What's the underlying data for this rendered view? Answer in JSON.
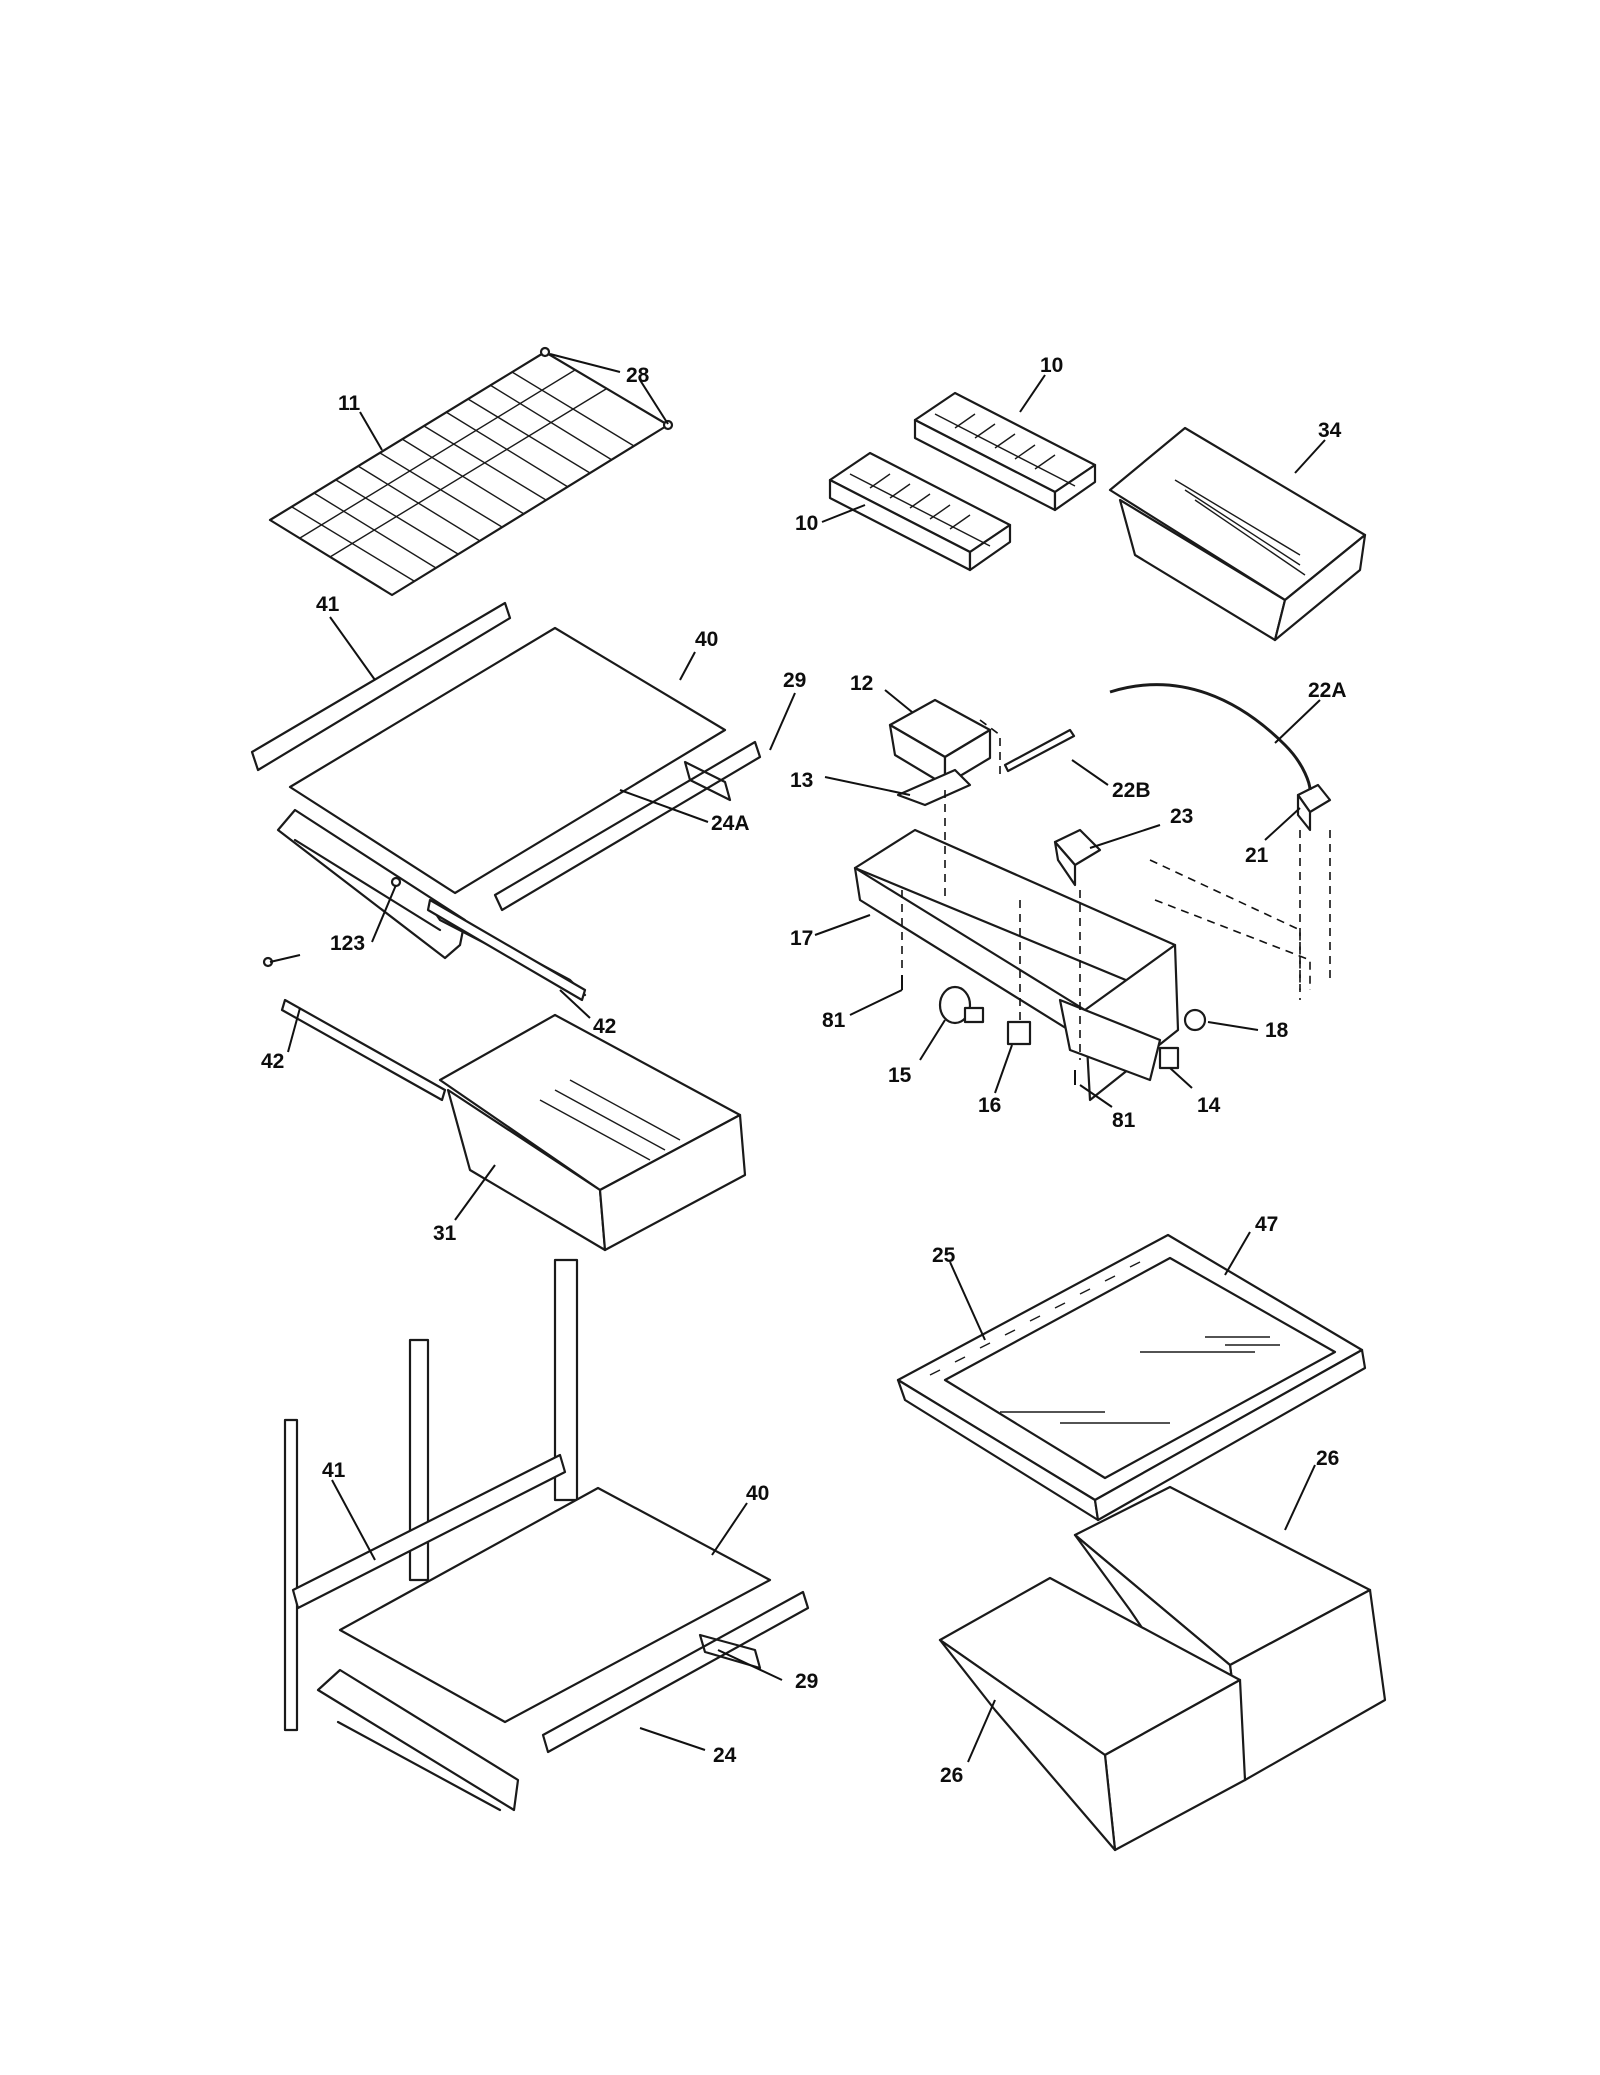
{
  "callouts": {
    "c28": "28",
    "c11": "11",
    "c10a": "10",
    "c10b": "10",
    "c34": "34",
    "c41a": "41",
    "c40a": "40",
    "c29a": "29",
    "c24A": "24A",
    "c123": "123",
    "c42a": "42",
    "c42b": "42",
    "c31": "31",
    "c12": "12",
    "c13": "13",
    "c22A": "22A",
    "c22B": "22B",
    "c23": "23",
    "c21": "21",
    "c17": "17",
    "c81a": "81",
    "c81b": "81",
    "c15": "15",
    "c16": "16",
    "c14": "14",
    "c18": "18",
    "c25": "25",
    "c47": "47",
    "c26a": "26",
    "c26b": "26",
    "c41b": "41",
    "c40b": "40",
    "c29b": "29",
    "c24": "24"
  }
}
